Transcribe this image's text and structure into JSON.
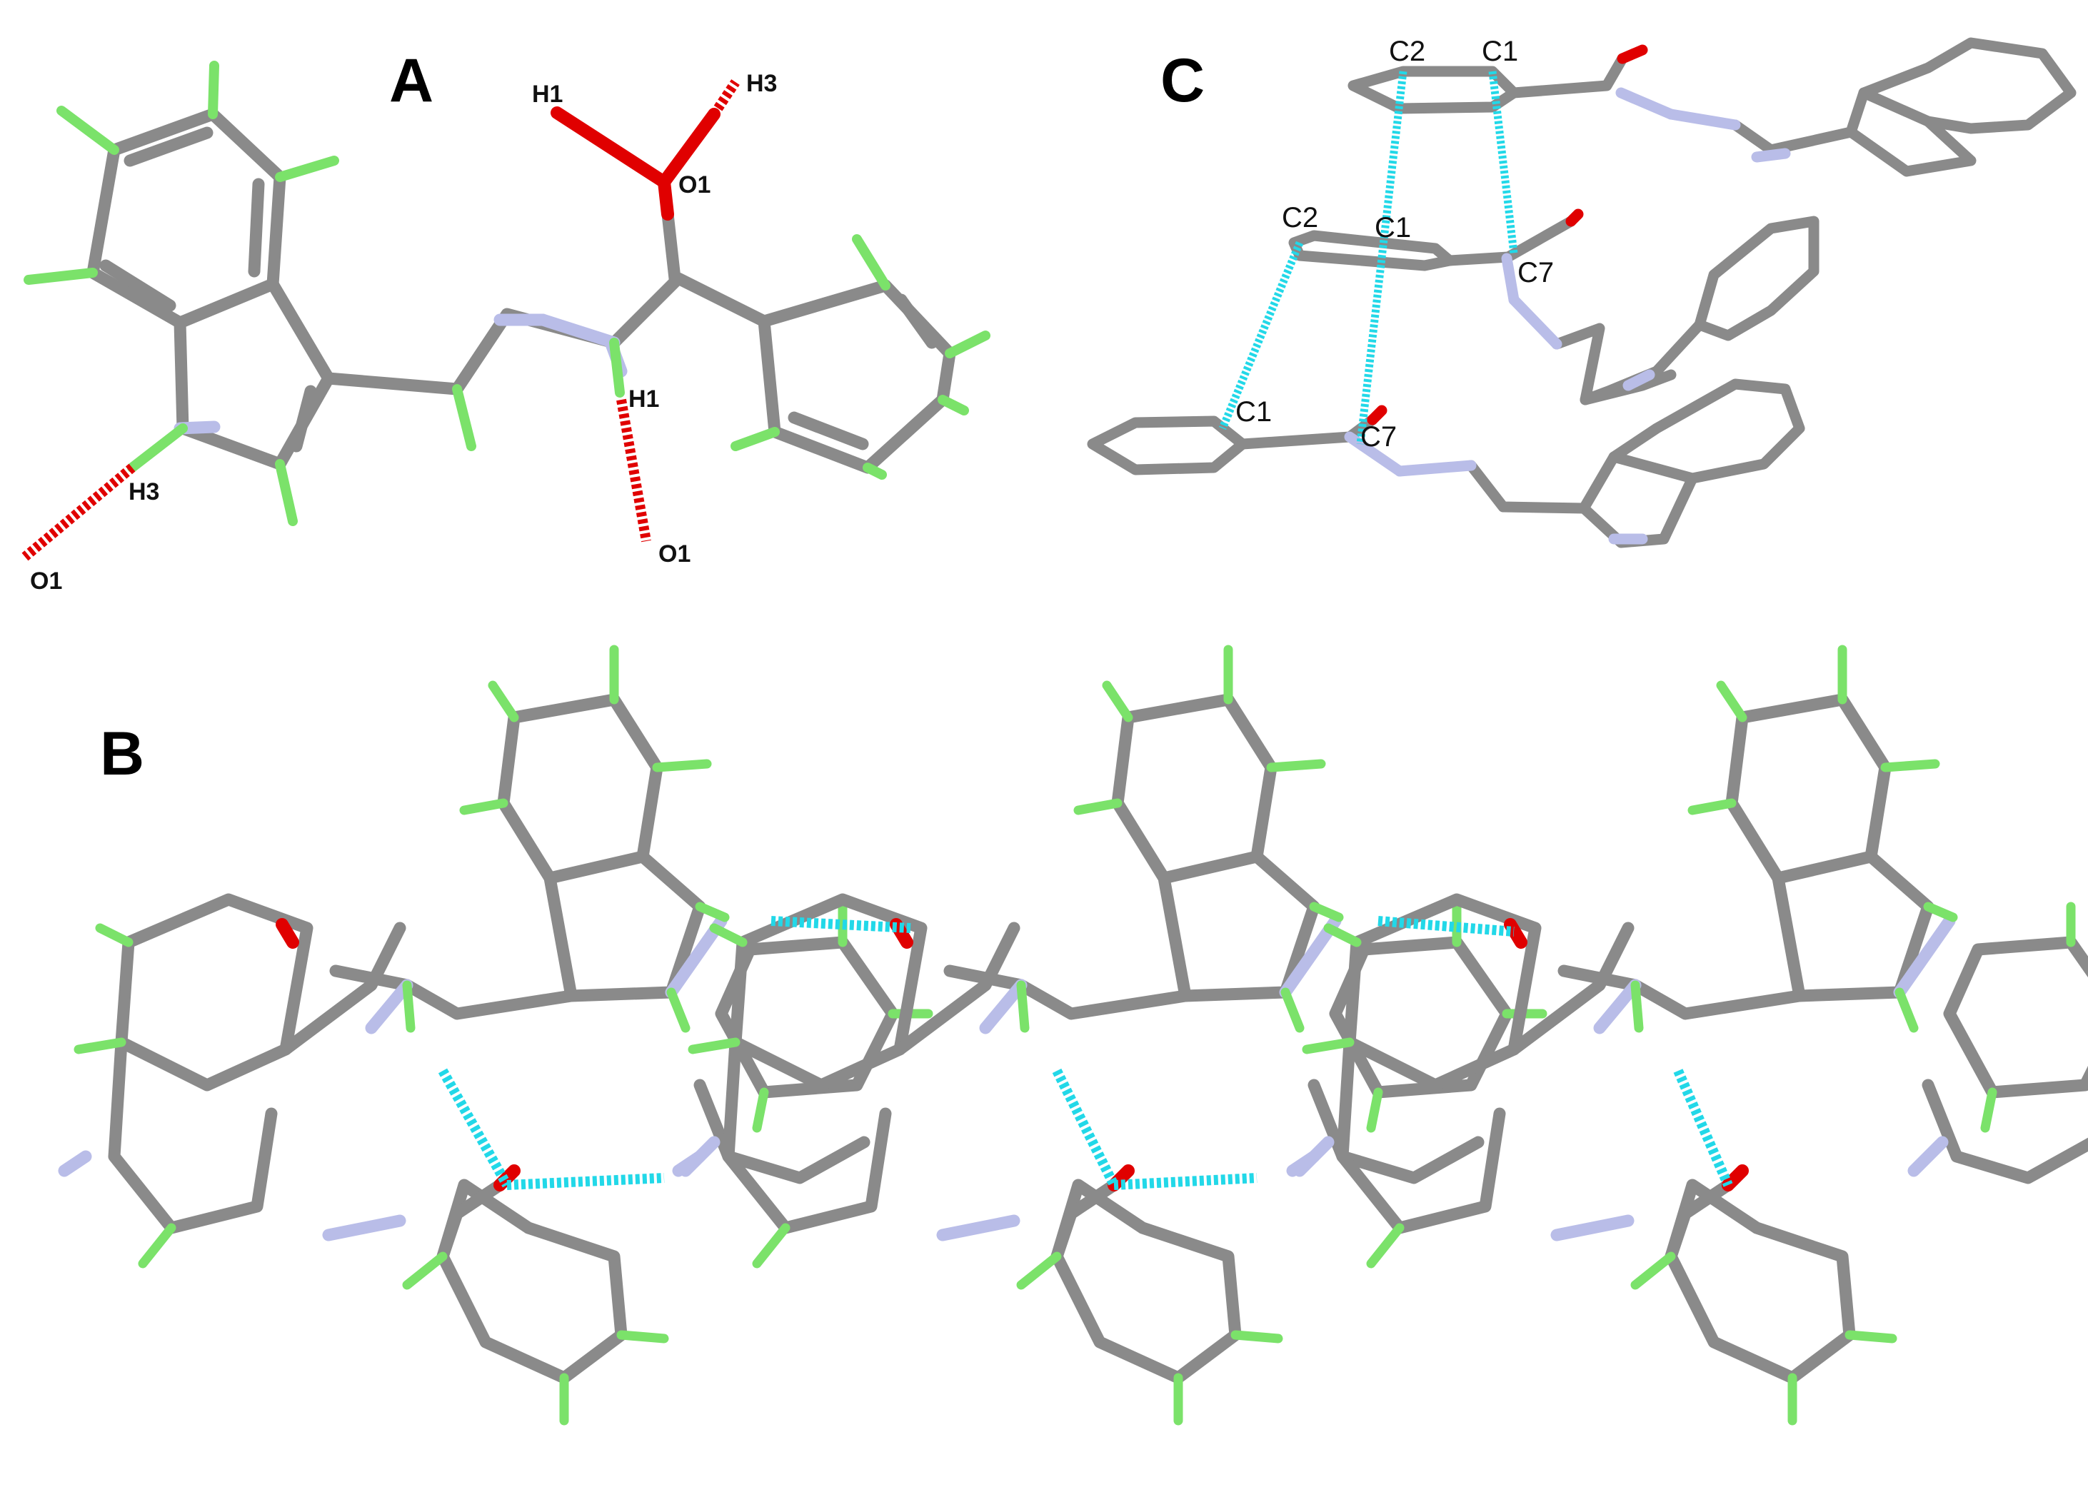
{
  "panels": [
    {
      "id": "A",
      "label": "A"
    },
    {
      "id": "B",
      "label": "B"
    },
    {
      "id": "C",
      "label": "C"
    }
  ],
  "panel_a_atom_labels": {
    "h1_top": "H1",
    "h3_top": "H3",
    "o1_top": "O1",
    "h1_mid": "H1",
    "o1_right": "O1",
    "h3_left": "H3",
    "o1_left": "O1"
  },
  "panel_c_atom_labels": {
    "c2_top": "C2",
    "c1_top": "C1",
    "c2_mid": "C2",
    "c1_mid": "C1",
    "c7_mid": "C7",
    "c1_bottom": "C1",
    "c7_bottom": "C7"
  },
  "colors": {
    "carbon": "#8a8a8a",
    "carbon_dark": "#6e6e6e",
    "nitrogen": "#b9bde8",
    "hydrogen": "#7be26a",
    "oxygen": "#e00000",
    "hbond_red": "#e00000",
    "contact_cyan": "#22d8e8"
  }
}
